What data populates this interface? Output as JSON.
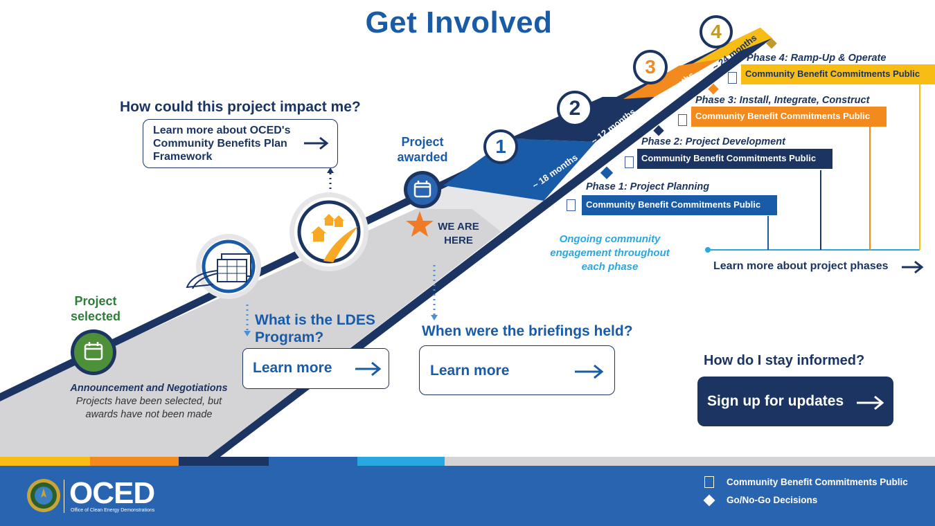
{
  "title": "Get Involved",
  "colors": {
    "navy": "#1b3461",
    "blue": "#1a5ba8",
    "orange": "#f28a1e",
    "yellow": "#f8bd15",
    "green": "#2e7d3a",
    "lightblue": "#29a8e0",
    "gray": "#d4d4d6"
  },
  "impact": {
    "heading": "How could this project impact me?",
    "link_label": "Learn more about OCED's Community Benefits Plan Framework"
  },
  "milestones": {
    "selected": "Project selected",
    "awarded": "Project awarded",
    "we_are_here": "WE ARE HERE"
  },
  "ldes": {
    "heading": "What is the LDES Program?",
    "button": "Learn more"
  },
  "briefings": {
    "heading": "When were the briefings held?",
    "button": "Learn more"
  },
  "negotiation": {
    "title": "Announcement and Negotiations",
    "body": "Projects have been selected, but awards have not been made"
  },
  "phases": [
    {
      "number": "1",
      "duration": "~ 18 months",
      "title": "Phase 1: Project Planning",
      "cbc": "Community Benefit Commitments Public",
      "color": "#1a5ba8"
    },
    {
      "number": "2",
      "duration": "~ 12 months",
      "title": "Phase 2: Project Development",
      "cbc": "Community Benefit Commitments Public",
      "color": "#1b3461"
    },
    {
      "number": "3",
      "duration": "~ 18 months",
      "title": "Phase 3: Install, Integrate, Construct",
      "cbc": "Community Benefit Commitments Public",
      "color": "#f28a1e"
    },
    {
      "number": "4",
      "duration": "~ 24 months",
      "title": "Phase 4: Ramp-Up & Operate",
      "cbc": "Community Benefit Commitments Public",
      "color": "#f8bd15"
    }
  ],
  "engagement": "Ongoing community engagement throughout each phase",
  "phases_link": "Learn more about project phases",
  "informed": {
    "heading": "How do I stay informed?",
    "button": "Sign up for updates"
  },
  "footer": {
    "logo": "OCED",
    "logo_sub": "Office of Clean Energy Demonstrations",
    "legend_doc": "Community Benefit Commitments Public",
    "legend_diamond": "Go/No-Go Decisions"
  }
}
